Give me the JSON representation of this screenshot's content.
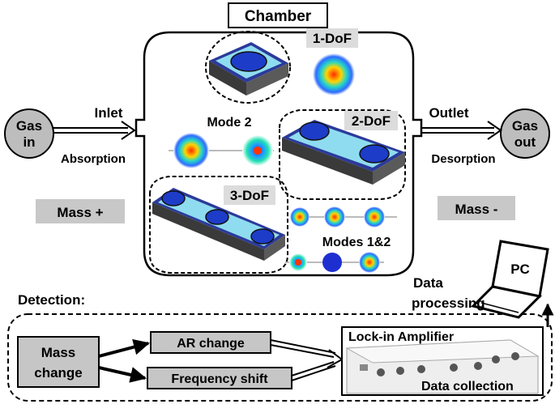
{
  "chamber": {
    "title": "Chamber"
  },
  "inlet": {
    "label": "Inlet",
    "gas_line1": "Gas",
    "gas_line2": "in",
    "process": "Absorption"
  },
  "outlet": {
    "label": "Outlet",
    "gas_line1": "Gas",
    "gas_line2": "out",
    "process": "Desorption"
  },
  "mass_plus": "Mass +",
  "mass_minus": "Mass -",
  "dof": {
    "one": "1-DoF",
    "two": "2-DoF",
    "three": "3-DoF"
  },
  "modes": {
    "mode2": "Mode 2",
    "modes12": "Modes 1&2"
  },
  "detection": {
    "title": "Detection:",
    "mass_change_line1": "Mass",
    "mass_change_line2": "change",
    "ar_change": "AR change",
    "frequency_shift": "Frequency shift",
    "lockin": "Lock-in Amplifier",
    "data_collection": "Data collection"
  },
  "pc": {
    "label": "PC",
    "processing_line1": "Data",
    "processing_line2": "processing"
  },
  "colors": {
    "gas_circle": "#bdbdbd",
    "mass_box": "#c8c8c8",
    "detect_box": "#c6c6c6",
    "device_plate": "#2b3a9a",
    "device_channel": "#8fdcf0",
    "device_pad": "#1d3cc8",
    "device_base": "#3a3a3a"
  }
}
